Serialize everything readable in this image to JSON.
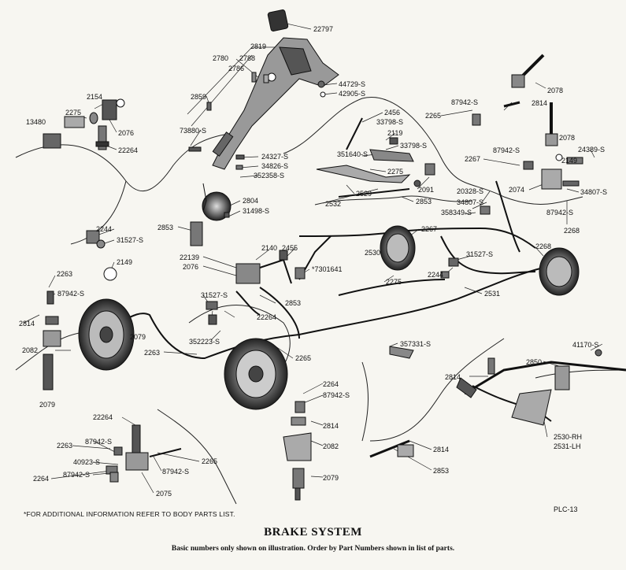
{
  "title": "BRAKE SYSTEM",
  "subtitle": "Basic numbers only shown on illustration. Order by Part Numbers shown in list of parts.",
  "footnote": "*FOR ADDITIONAL INFORMATION REFER TO BODY PARTS LIST.",
  "plate_code": "PLC-13",
  "labels": {
    "l22797": "22797",
    "l2819": "2819",
    "l2780": "2780",
    "l2788": "2788",
    "l2786": "2786",
    "l44729s": "44729-S",
    "l42905s": "42905-S",
    "l2859": "2859",
    "l2154": "2154",
    "l2275a": "2275",
    "l13480": "13480",
    "l2076a": "2076",
    "l22264a": "22264",
    "l73880s": "73880-S",
    "l24327s": "24327-S",
    "l34826s": "34826-S",
    "l352358s": "352358-S",
    "l2804": "2804",
    "l31498s": "31498-S",
    "l2853a": "2853",
    "l2456": "2456",
    "l33798sa": "33798-S",
    "l2119": "2119",
    "l33798sb": "33798-S",
    "l351640s": "351640-S",
    "l2275b": "2275",
    "l2529": "2529",
    "l2091": "2091",
    "l2532": "2532",
    "l2853b": "2853",
    "l2265a": "2265",
    "l87942sa": "87942-S",
    "l2814a": "2814",
    "l2078a": "2078",
    "l2078b": "2078",
    "l2267a": "2267",
    "l87942sb": "87942-S",
    "l24389s": "24389-S",
    "l2149a": "2149",
    "l2074": "2074",
    "l34807sa": "34807-S",
    "l87942sc": "87942-S",
    "l2268a": "2268",
    "l20328s": "20328-S",
    "l34807sb": "34807-S",
    "l358349s": "358349-S",
    "l2244": "2244",
    "l31527sa": "31527-S",
    "l2149b": "2149",
    "l2263a": "2263",
    "l87942sd": "87942-S",
    "l2140": "2140",
    "l2455": "2455",
    "l22139": "22139",
    "l2076b": "2076",
    "l7301641": "*7301641",
    "l2267b": "2267",
    "l2530": "2530",
    "l31527sb": "31527-S",
    "l2244b": "2244",
    "l2268b": "2268",
    "l2275c": "2275",
    "l2531": "2531",
    "l31527sc": "31527-S",
    "l2853c": "2853",
    "l22264b": "22264",
    "l352223s": "352223-S",
    "l2814b": "2814",
    "l2079a": "2079",
    "l2263b": "2263",
    "l2082a": "2082",
    "l2079b": "2079",
    "l357331s": "357331-S",
    "l2265b": "2265",
    "l41170s": "41170-S",
    "l2850": "2850",
    "l2814c": "2814",
    "l2264": "2264",
    "l87942se": "87942-S",
    "l2814d": "2814",
    "l2082b": "2082",
    "l2079c": "2079",
    "l2530rh": "2530-RH",
    "l2531lh": "2531-LH",
    "l2814e": "2814",
    "l2853d": "2853",
    "l22264c": "22264",
    "l2263c": "2263",
    "l87942sf": "87942-S",
    "l40923s": "40923-S",
    "l2264b": "2264",
    "l87942sg": "87942-S",
    "l87942sh": "87942-S",
    "l2265c": "2265",
    "l2075": "2075"
  }
}
